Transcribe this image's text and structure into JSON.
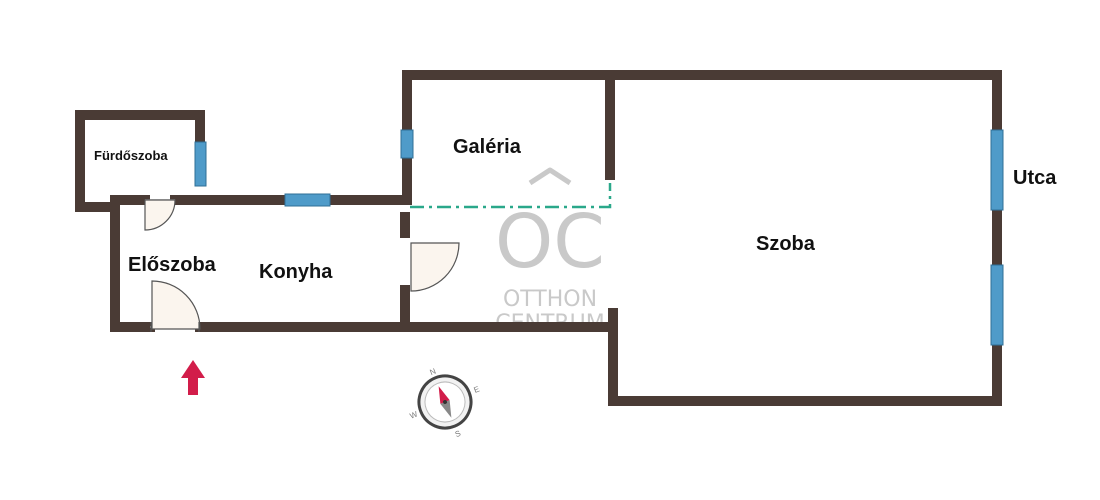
{
  "rooms": {
    "furdoszoba": "Fürdőszoba",
    "galeria": "Galéria",
    "eloszoba": "Előszoba",
    "konyha": "Konyha",
    "szoba": "Szoba",
    "utca": "Utca"
  },
  "watermark": {
    "monogram": "OC",
    "line1": "OTTHON",
    "line2": "CENTRUM"
  },
  "compass": {
    "n": "N",
    "e": "E",
    "s": "S",
    "w": "W"
  },
  "colors": {
    "wall": "#4a3b35",
    "window": "#4f9bc9",
    "gallery_edge": "#2aa88a",
    "entrance_arrow": "#d21d4a",
    "watermark": "#c9c9c9"
  },
  "icons": {
    "entrance": "up-arrow-icon",
    "compass": "compass-icon"
  }
}
